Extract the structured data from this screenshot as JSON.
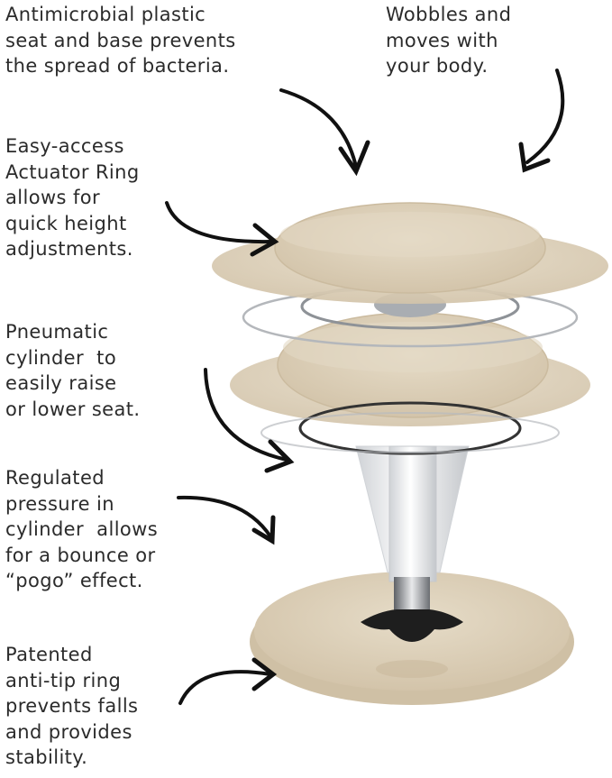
{
  "annotations": {
    "antimicrobial": [
      "Antimicrobial plastic",
      "seat and base prevents",
      "the spread of bacteria."
    ],
    "wobbles": [
      "Wobbles and",
      "moves with",
      "your body."
    ],
    "actuator": [
      "Easy-access",
      "Actuator Ring",
      "allows for",
      "quick height",
      "adjustments."
    ],
    "pneumatic": [
      "Pneumatic",
      "cylinder  to",
      "easily raise",
      "or lower seat."
    ],
    "regulated": [
      "Regulated",
      "pressure in",
      "cylinder  allows",
      "for a bounce or",
      "“pogo” effect."
    ],
    "patented": [
      "Patented",
      "anti-tip ring",
      "prevents falls",
      "and provides",
      "stability."
    ]
  },
  "colors": {
    "seat": "#dccfb9",
    "seat_shadow": "#c8b89e",
    "metal": "#9ea2a6",
    "arrow": "#111111",
    "text": "#2b2b2b"
  },
  "icons": [
    "curved-arrow-icon"
  ]
}
